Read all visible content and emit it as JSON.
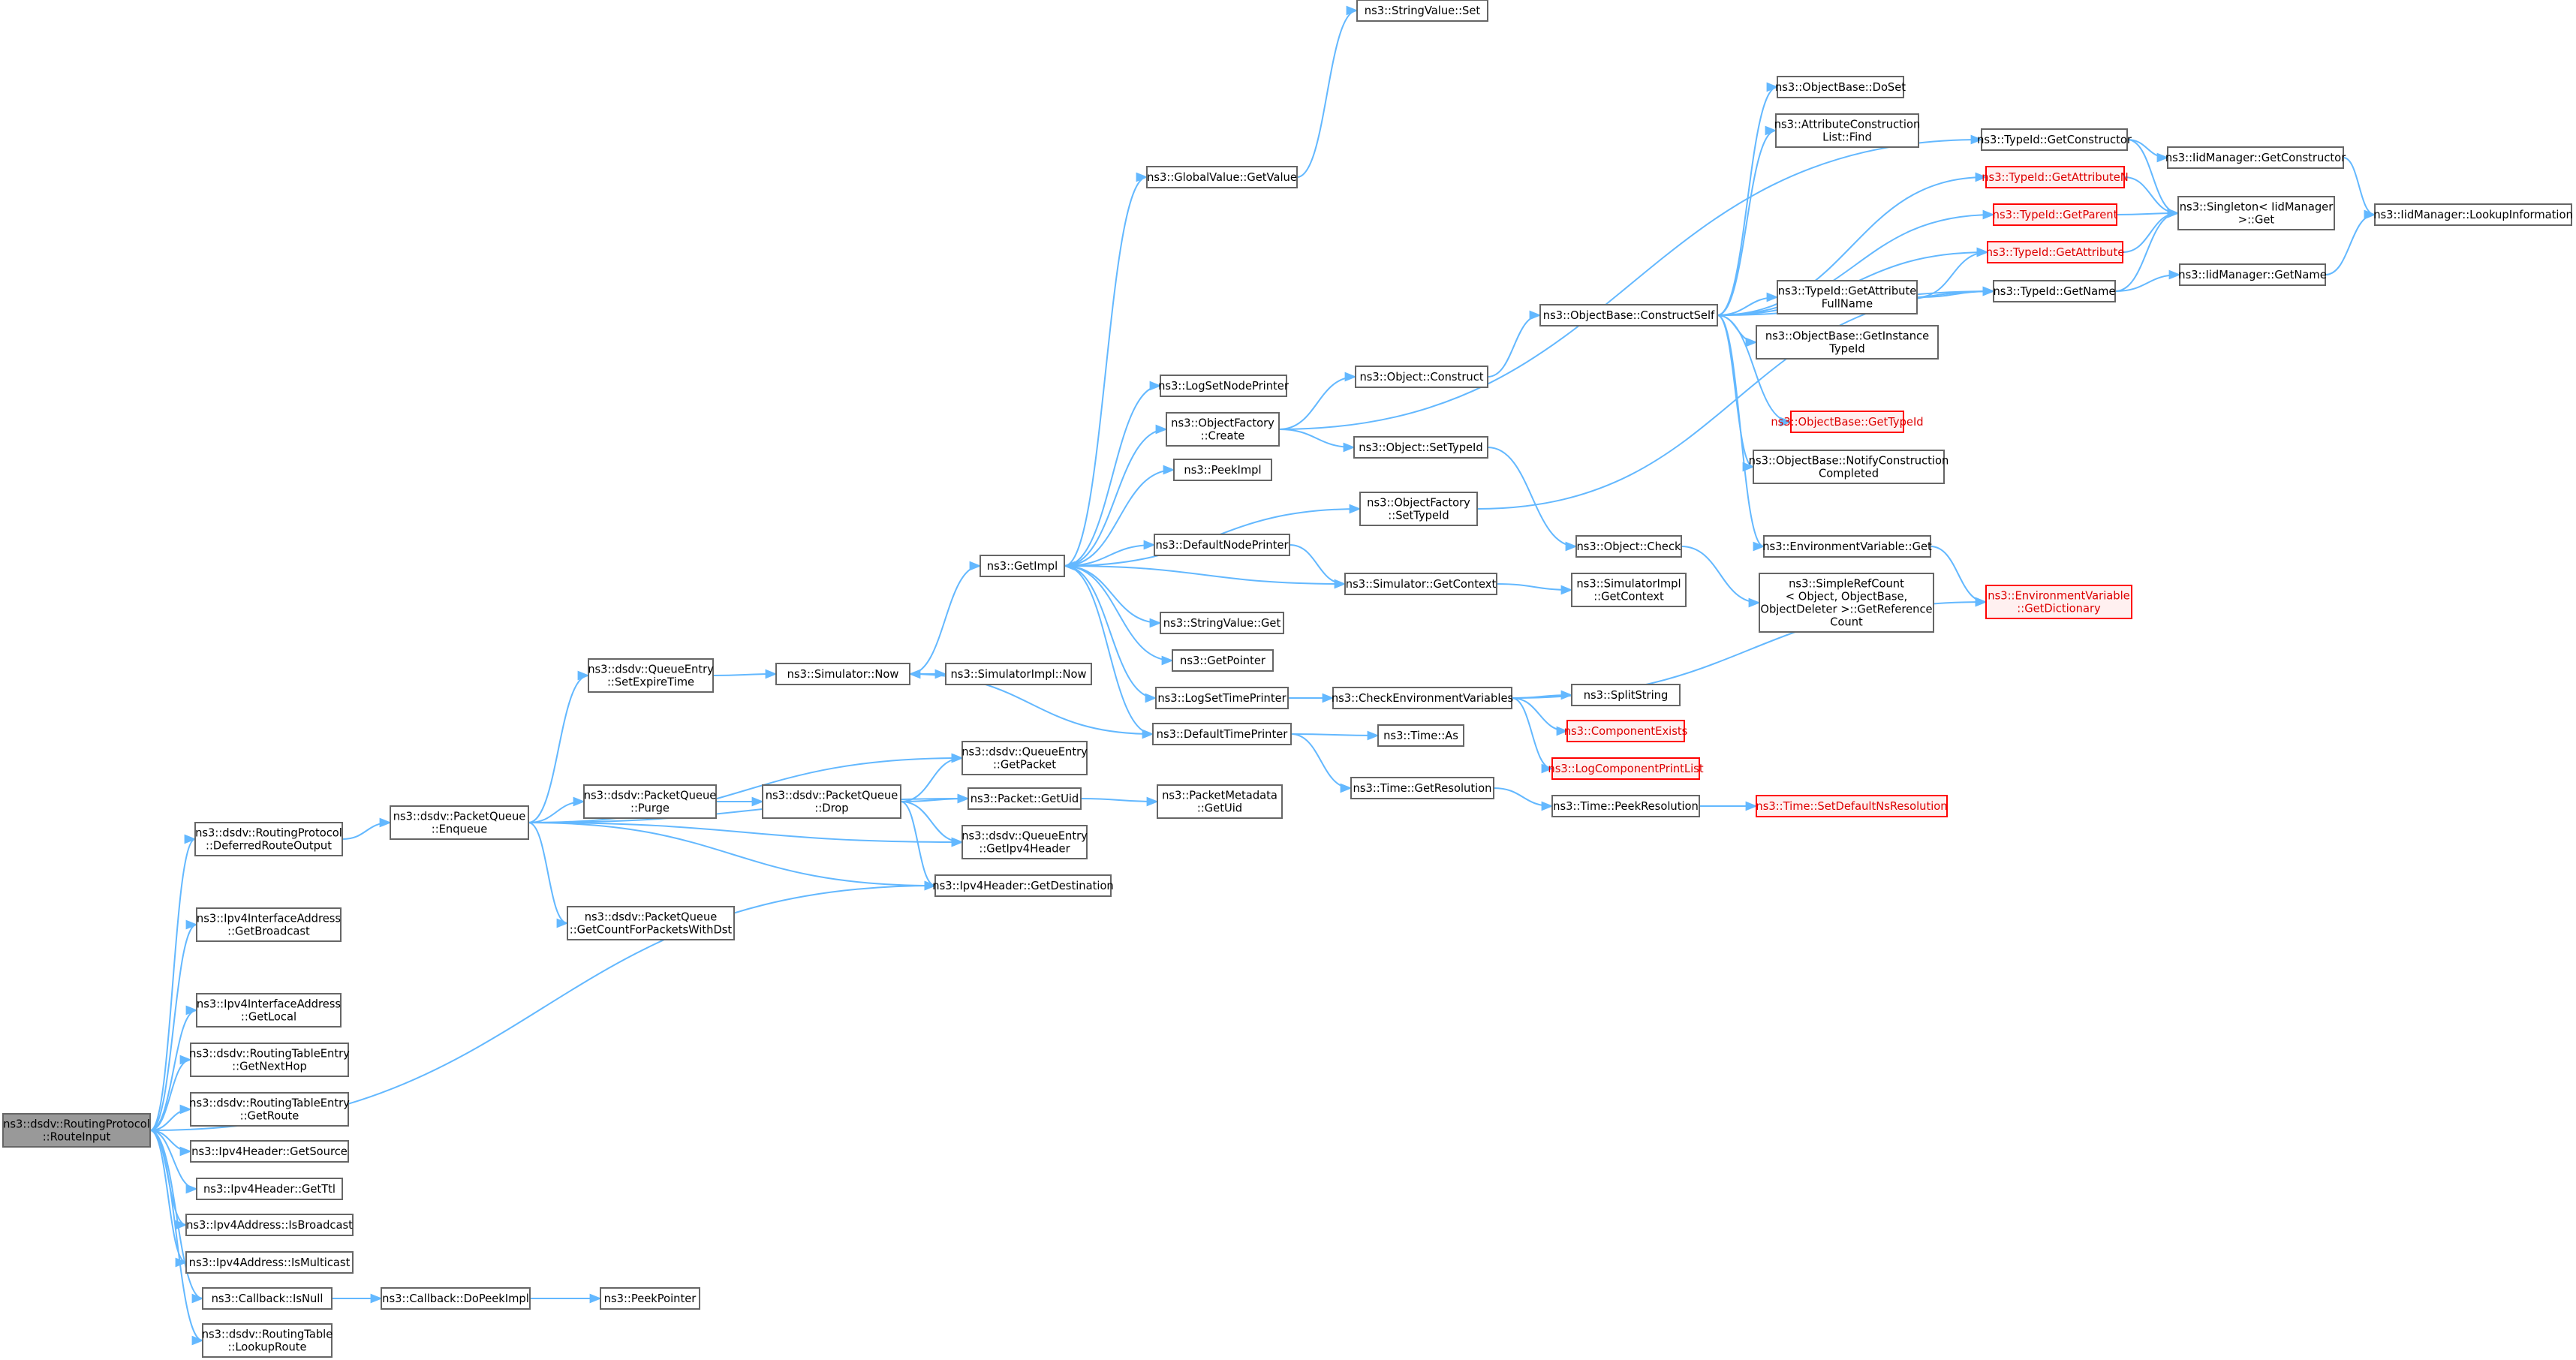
{
  "colors": {
    "edge": "#63b8ff",
    "node_border": "#666666",
    "truncated_border": "#ff0000",
    "root_fill": "#999999"
  },
  "nodes": {
    "routeinput": {
      "lines": [
        "ns3::dsdv::RoutingProtocol",
        "::RouteInput"
      ],
      "kind": "root"
    },
    "deferred": {
      "lines": [
        "ns3::dsdv::RoutingProtocol",
        "::DeferredRouteOutput"
      ]
    },
    "getbroadcast": {
      "lines": [
        "ns3::Ipv4InterfaceAddress",
        "::GetBroadcast"
      ]
    },
    "getlocal": {
      "lines": [
        "ns3::Ipv4InterfaceAddress",
        "::GetLocal"
      ]
    },
    "getnexthop": {
      "lines": [
        "ns3::dsdv::RoutingTableEntry",
        "::GetNextHop"
      ]
    },
    "getroute": {
      "lines": [
        "ns3::dsdv::RoutingTableEntry",
        "::GetRoute"
      ]
    },
    "getsource": {
      "lines": [
        "ns3::Ipv4Header::GetSource"
      ]
    },
    "getttl": {
      "lines": [
        "ns3::Ipv4Header::GetTtl"
      ]
    },
    "isbroadcast": {
      "lines": [
        "ns3::Ipv4Address::IsBroadcast"
      ]
    },
    "ismulticast": {
      "lines": [
        "ns3::Ipv4Address::IsMulticast"
      ]
    },
    "isnull": {
      "lines": [
        "ns3::Callback::IsNull"
      ]
    },
    "lookuproute": {
      "lines": [
        "ns3::dsdv::RoutingTable",
        "::LookupRoute"
      ]
    },
    "enqueue": {
      "lines": [
        "ns3::dsdv::PacketQueue",
        "::Enqueue"
      ]
    },
    "setexpire": {
      "lines": [
        "ns3::dsdv::QueueEntry",
        "::SetExpireTime"
      ]
    },
    "purge": {
      "lines": [
        "ns3::dsdv::PacketQueue",
        "::Purge"
      ]
    },
    "getcount": {
      "lines": [
        "ns3::dsdv::PacketQueue",
        "::GetCountForPacketsWithDst"
      ]
    },
    "drop": {
      "lines": [
        "ns3::dsdv::PacketQueue",
        "::Drop"
      ]
    },
    "simnow": {
      "lines": [
        "ns3::Simulator::Now"
      ]
    },
    "simimplnow": {
      "lines": [
        "ns3::SimulatorImpl::Now"
      ]
    },
    "qegetpacket": {
      "lines": [
        "ns3::dsdv::QueueEntry",
        "::GetPacket"
      ]
    },
    "packetgetuid": {
      "lines": [
        "ns3::Packet::GetUid"
      ]
    },
    "qegetipv4header": {
      "lines": [
        "ns3::dsdv::QueueEntry",
        "::GetIpv4Header"
      ]
    },
    "getdestination": {
      "lines": [
        "ns3::Ipv4Header::GetDestination"
      ]
    },
    "pmgetuid": {
      "lines": [
        "ns3::PacketMetadata",
        "::GetUid"
      ]
    },
    "dopeekimpl": {
      "lines": [
        "ns3::Callback::DoPeekImpl"
      ]
    },
    "peekpointer": {
      "lines": [
        "ns3::PeekPointer"
      ]
    },
    "getimpl": {
      "lines": [
        "ns3::GetImpl"
      ]
    },
    "globalgetvalue": {
      "lines": [
        "ns3::GlobalValue::GetValue"
      ]
    },
    "stringvalueset": {
      "lines": [
        "ns3::StringValue::Set"
      ]
    },
    "logsetnodeprinter": {
      "lines": [
        "ns3::LogSetNodePrinter"
      ]
    },
    "ofcreate": {
      "lines": [
        "ns3::ObjectFactory",
        "::Create"
      ]
    },
    "peekimpl": {
      "lines": [
        "ns3::PeekImpl"
      ]
    },
    "ofsettypeid": {
      "lines": [
        "ns3::ObjectFactory",
        "::SetTypeId"
      ]
    },
    "defaultnodeprinter": {
      "lines": [
        "ns3::DefaultNodePrinter"
      ]
    },
    "stringvalueget": {
      "lines": [
        "ns3::StringValue::Get"
      ]
    },
    "getpointer": {
      "lines": [
        "ns3::GetPointer"
      ]
    },
    "logsettimeprinter": {
      "lines": [
        "ns3::LogSetTimePrinter"
      ]
    },
    "defaulttimeprinter": {
      "lines": [
        "ns3::DefaultTimePrinter"
      ]
    },
    "objconstruct": {
      "lines": [
        "ns3::Object::Construct"
      ]
    },
    "objsettypeid": {
      "lines": [
        "ns3::Object::SetTypeId"
      ]
    },
    "simgetcontext": {
      "lines": [
        "ns3::Simulator::GetContext"
      ]
    },
    "checkenv": {
      "lines": [
        "ns3::CheckEnvironmentVariables"
      ]
    },
    "timeas": {
      "lines": [
        "ns3::Time::As"
      ]
    },
    "timegetres": {
      "lines": [
        "ns3::Time::GetResolution"
      ]
    },
    "constructself": {
      "lines": [
        "ns3::ObjectBase::ConstructSelf"
      ]
    },
    "objcheck": {
      "lines": [
        "ns3::Object::Check"
      ]
    },
    "simimplgetcontext": {
      "lines": [
        "ns3::SimulatorImpl",
        "::GetContext"
      ]
    },
    "splitstring": {
      "lines": [
        "ns3::SplitString"
      ]
    },
    "componentexists": {
      "lines": [
        "ns3::ComponentExists"
      ],
      "kind": "red"
    },
    "logcomponentprintlist": {
      "lines": [
        "ns3::LogComponentPrintList"
      ],
      "kind": "red"
    },
    "timepeekres": {
      "lines": [
        "ns3::Time::PeekResolution"
      ]
    },
    "dosset": {
      "lines": [
        "ns3::ObjectBase::DoSet"
      ]
    },
    "attrconstructfind": {
      "lines": [
        "ns3::AttributeConstruction",
        "List::Find"
      ]
    },
    "tidgetattrfullname": {
      "lines": [
        "ns3::TypeId::GetAttribute",
        "FullName"
      ]
    },
    "getinstancetypeid": {
      "lines": [
        "ns3::ObjectBase::GetInstance",
        "TypeId"
      ]
    },
    "obgettypeid": {
      "lines": [
        "ns3::ObjectBase::GetTypeId"
      ],
      "kind": "red"
    },
    "notifyconstruction": {
      "lines": [
        "ns3::ObjectBase::NotifyConstruction",
        "Completed"
      ]
    },
    "envget": {
      "lines": [
        "ns3::EnvironmentVariable::Get"
      ]
    },
    "srcgetrefcount": {
      "lines": [
        "ns3::SimpleRefCount",
        "< Object, ObjectBase,",
        "ObjectDeleter >::GetReference",
        "Count"
      ]
    },
    "setdefaultnsres": {
      "lines": [
        "ns3::Time::SetDefaultNsResolution"
      ],
      "kind": "red"
    },
    "tidgetconstructor": {
      "lines": [
        "ns3::TypeId::GetConstructor"
      ]
    },
    "tidgetattributen": {
      "lines": [
        "ns3::TypeId::GetAttributeN"
      ],
      "kind": "red"
    },
    "tidgetparent": {
      "lines": [
        "ns3::TypeId::GetParent"
      ],
      "kind": "red"
    },
    "tidgetattribute": {
      "lines": [
        "ns3::TypeId::GetAttribute"
      ],
      "kind": "red"
    },
    "tidgetname": {
      "lines": [
        "ns3::TypeId::GetName"
      ]
    },
    "envgetdictionary": {
      "lines": [
        "ns3::EnvironmentVariable",
        "::GetDictionary"
      ],
      "kind": "red"
    },
    "iidmgetconstructor": {
      "lines": [
        "ns3::IidManager::GetConstructor"
      ]
    },
    "singletonget": {
      "lines": [
        "ns3::Singleton< IidManager",
        ">::Get"
      ]
    },
    "iidmgetname": {
      "lines": [
        "ns3::IidManager::GetName"
      ]
    },
    "iidmlookup": {
      "lines": [
        "ns3::IidManager::LookupInformation"
      ]
    }
  },
  "edges": [
    [
      "routeinput",
      "deferred"
    ],
    [
      "routeinput",
      "getbroadcast"
    ],
    [
      "routeinput",
      "getlocal"
    ],
    [
      "routeinput",
      "getnexthop"
    ],
    [
      "routeinput",
      "getroute"
    ],
    [
      "routeinput",
      "getsource"
    ],
    [
      "routeinput",
      "getttl"
    ],
    [
      "routeinput",
      "isbroadcast"
    ],
    [
      "routeinput",
      "ismulticast"
    ],
    [
      "routeinput",
      "isnull"
    ],
    [
      "routeinput",
      "lookuproute"
    ],
    [
      "routeinput",
      "getdestination"
    ],
    [
      "deferred",
      "enqueue"
    ],
    [
      "enqueue",
      "setexpire"
    ],
    [
      "enqueue",
      "qegetpacket"
    ],
    [
      "enqueue",
      "packetgetuid"
    ],
    [
      "enqueue",
      "purge"
    ],
    [
      "enqueue",
      "qegetipv4header"
    ],
    [
      "enqueue",
      "getdestination"
    ],
    [
      "enqueue",
      "getcount"
    ],
    [
      "setexpire",
      "simnow"
    ],
    [
      "purge",
      "drop"
    ],
    [
      "drop",
      "qegetpacket"
    ],
    [
      "drop",
      "packetgetuid"
    ],
    [
      "drop",
      "qegetipv4header"
    ],
    [
      "drop",
      "getdestination"
    ],
    [
      "simnow",
      "getimpl"
    ],
    [
      "simnow",
      "simimplnow"
    ],
    [
      "packetgetuid",
      "pmgetuid"
    ],
    [
      "isnull",
      "dopeekimpl"
    ],
    [
      "dopeekimpl",
      "peekpointer"
    ],
    [
      "getimpl",
      "globalgetvalue"
    ],
    [
      "getimpl",
      "logsetnodeprinter"
    ],
    [
      "getimpl",
      "ofcreate"
    ],
    [
      "getimpl",
      "peekimpl"
    ],
    [
      "getimpl",
      "ofsettypeid"
    ],
    [
      "getimpl",
      "defaultnodeprinter"
    ],
    [
      "getimpl",
      "stringvalueget"
    ],
    [
      "getimpl",
      "getpointer"
    ],
    [
      "getimpl",
      "logsettimeprinter"
    ],
    [
      "getimpl",
      "defaulttimeprinter"
    ],
    [
      "globalgetvalue",
      "stringvalueset"
    ],
    [
      "ofcreate",
      "objconstruct"
    ],
    [
      "ofcreate",
      "objsettypeid"
    ],
    [
      "ofcreate",
      "tidgetconstructor"
    ],
    [
      "ofsettypeid",
      "tidgetname"
    ],
    [
      "defaultnodeprinter",
      "simgetcontext"
    ],
    [
      "simgetcontext",
      "getimpl"
    ],
    [
      "simgetcontext",
      "simimplgetcontext"
    ],
    [
      "logsettimeprinter",
      "checkenv"
    ],
    [
      "defaulttimeprinter",
      "simnow"
    ],
    [
      "defaulttimeprinter",
      "timeas"
    ],
    [
      "defaulttimeprinter",
      "timegetres"
    ],
    [
      "objconstruct",
      "constructself"
    ],
    [
      "objsettypeid",
      "objcheck"
    ],
    [
      "objcheck",
      "srcgetrefcount"
    ],
    [
      "checkenv",
      "envgetdictionary"
    ],
    [
      "checkenv",
      "splitstring"
    ],
    [
      "checkenv",
      "componentexists"
    ],
    [
      "checkenv",
      "logcomponentprintlist"
    ],
    [
      "timegetres",
      "timepeekres"
    ],
    [
      "timepeekres",
      "setdefaultnsres"
    ],
    [
      "constructself",
      "dosset"
    ],
    [
      "constructself",
      "attrconstructfind"
    ],
    [
      "constructself",
      "tidgetattributen"
    ],
    [
      "constructself",
      "tidgetparent"
    ],
    [
      "constructself",
      "tidgetattribute"
    ],
    [
      "constructself",
      "tidgetattrfullname"
    ],
    [
      "constructself",
      "tidgetname"
    ],
    [
      "constructself",
      "getinstancetypeid"
    ],
    [
      "constructself",
      "obgettypeid"
    ],
    [
      "constructself",
      "notifyconstruction"
    ],
    [
      "constructself",
      "envget"
    ],
    [
      "envget",
      "envgetdictionary"
    ],
    [
      "tidgetattrfullname",
      "tidgetattribute"
    ],
    [
      "tidgetattrfullname",
      "tidgetname"
    ],
    [
      "tidgetconstructor",
      "iidmgetconstructor"
    ],
    [
      "tidgetconstructor",
      "singletonget"
    ],
    [
      "tidgetattributen",
      "singletonget"
    ],
    [
      "tidgetparent",
      "singletonget"
    ],
    [
      "tidgetattribute",
      "singletonget"
    ],
    [
      "tidgetname",
      "singletonget"
    ],
    [
      "tidgetname",
      "iidmgetname"
    ],
    [
      "iidmgetconstructor",
      "iidmlookup"
    ],
    [
      "iidmgetname",
      "iidmlookup"
    ]
  ]
}
